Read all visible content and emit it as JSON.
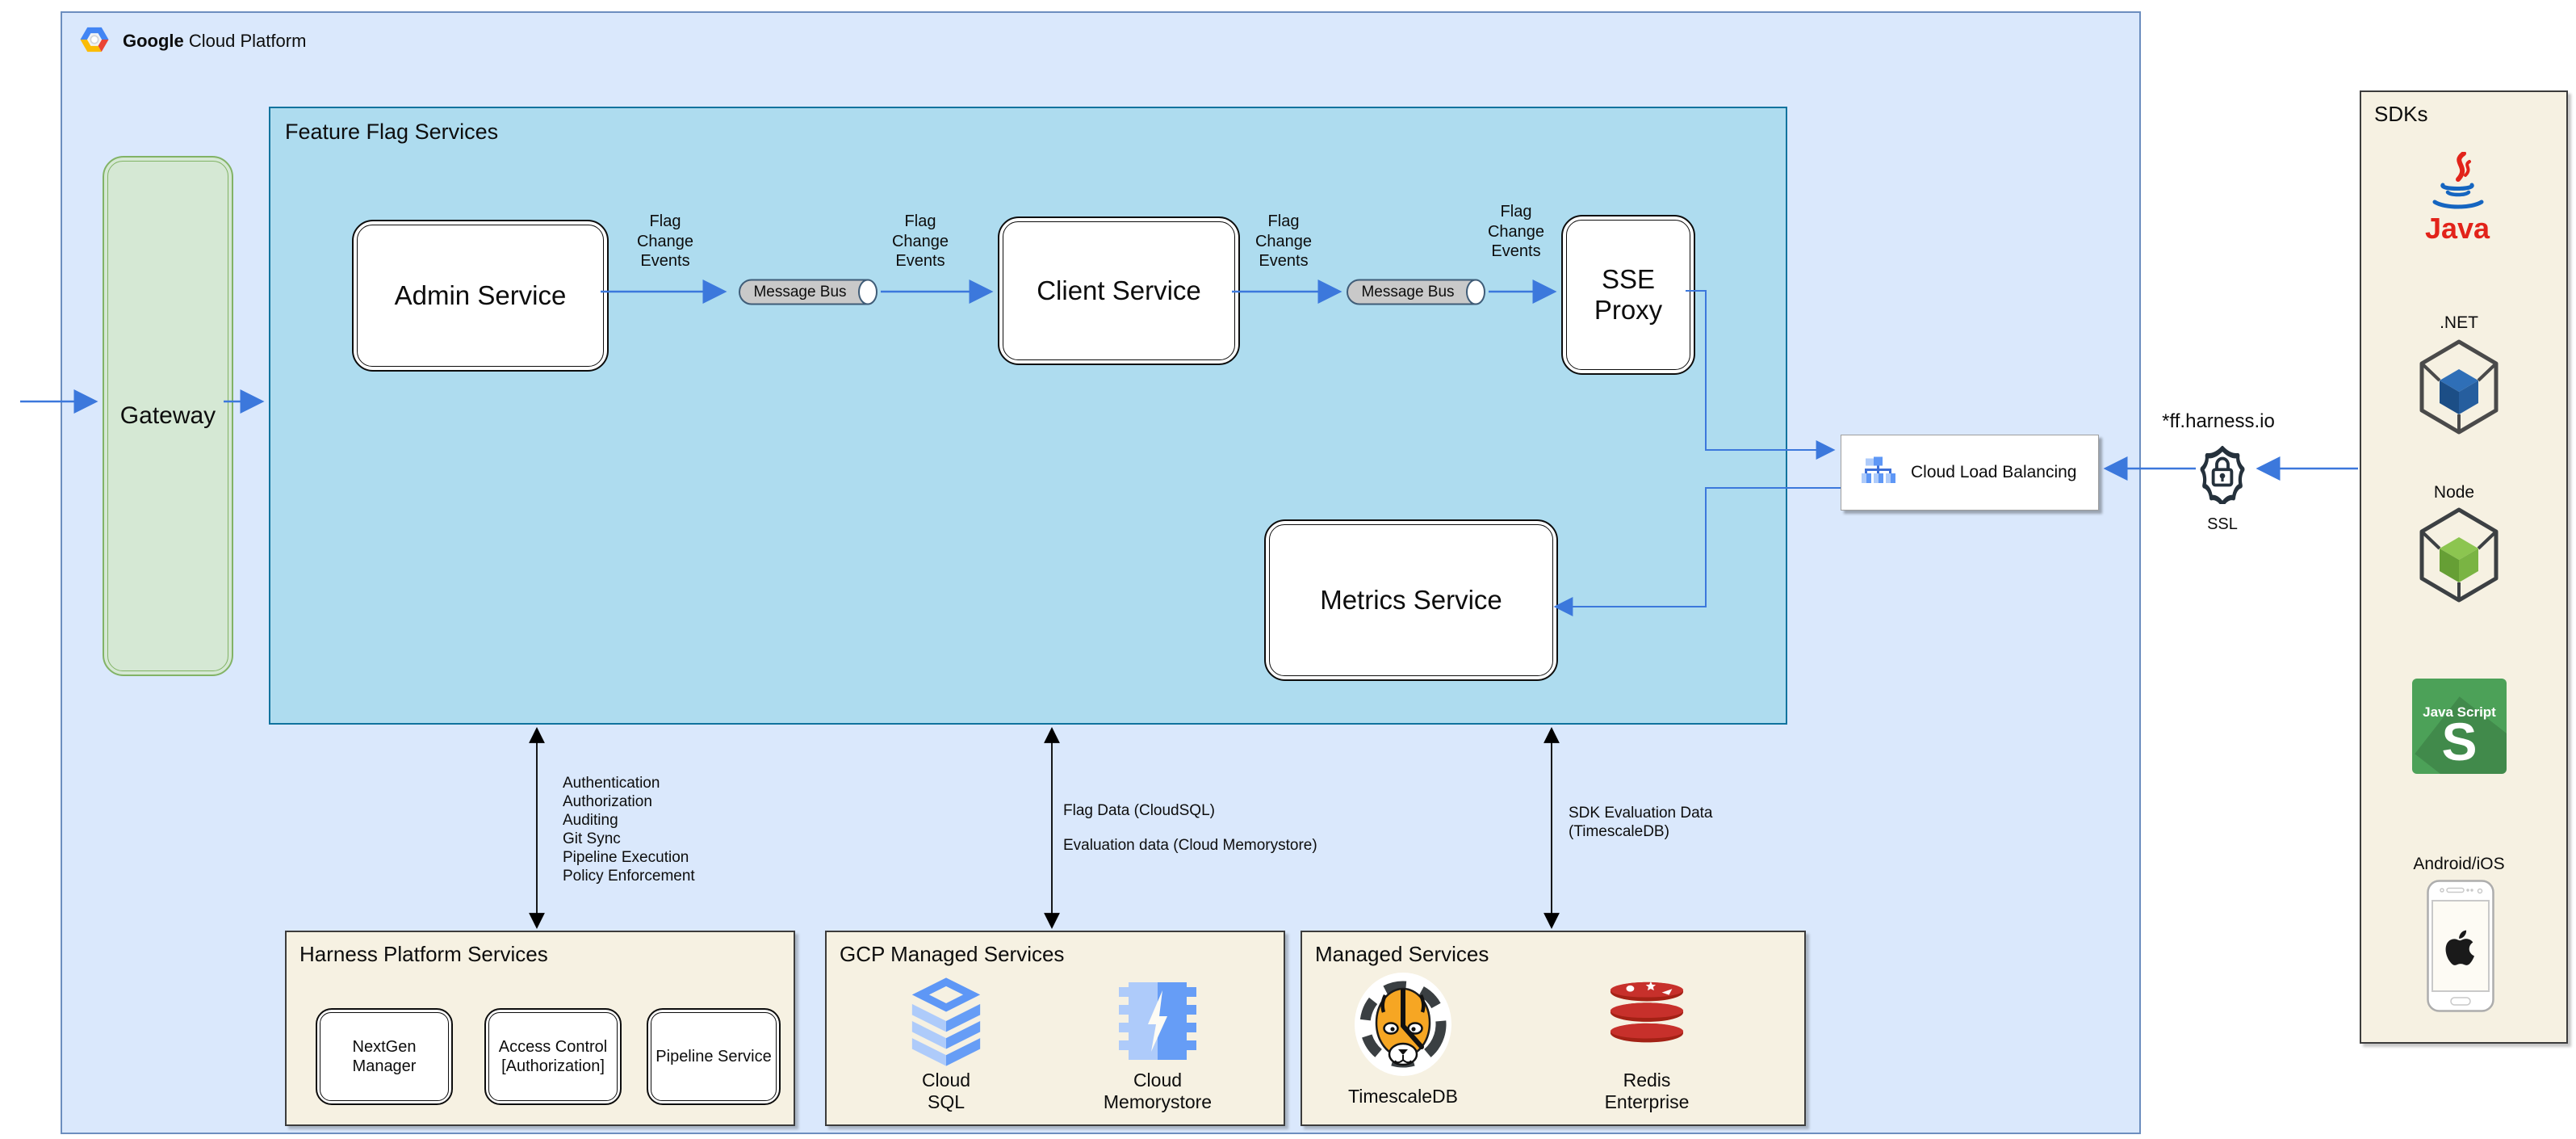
{
  "brand": {
    "bold": "Google",
    "rest": "Cloud Platform"
  },
  "ffs": {
    "title": "Feature Flag Services",
    "gateway": "Gateway",
    "admin": "Admin Service",
    "client": "Client Service",
    "sse": "SSE\nProxy",
    "metrics": "Metrics Service",
    "bus1": "Message Bus",
    "bus2": "Message Bus",
    "flag_events_1": "Flag\nChange\nEvents",
    "flag_events_2": "Flag\nChange\nEvents",
    "flag_events_3": "Flag\nChange\nEvents",
    "flag_events_4": "Flag\nChange\nEvents"
  },
  "clb": {
    "label": "Cloud Load Balancing"
  },
  "edge": {
    "domain": "*ff.harness.io",
    "ssl": "SSL"
  },
  "sdks": {
    "title": "SDKs",
    "java_label": "Java",
    "dotnet_label": ".NET",
    "node_label": "Node",
    "js_line1": "Java Script",
    "js_letter": "S",
    "mobile_label": "Android/iOS"
  },
  "annotations": {
    "harness_lines": [
      "Authentication",
      "Authorization",
      "Auditing",
      "Git Sync",
      "Pipeline Execution",
      "Policy Enforcement"
    ],
    "flag_data": "Flag Data (CloudSQL)",
    "eval_data": "Evaluation data (Cloud Memorystore)",
    "sdk_eval": "SDK Evaluation Data\n(TimescaleDB)"
  },
  "panels": {
    "harness": {
      "title": "Harness Platform Services",
      "item1": "NextGen Manager",
      "item2": "Access Control\n[Authorization]",
      "item3": "Pipeline Service"
    },
    "gcp_managed": {
      "title": "GCP Managed Services",
      "sql": "Cloud\nSQL",
      "memstore": "Cloud\nMemorystore"
    },
    "managed": {
      "title": "Managed Services",
      "timescale": "TimescaleDB",
      "redis": "Redis\nEnterprise"
    }
  },
  "icons": {
    "gcp_logo": "google-cloud-hexagon",
    "load_balancer": "cloud-load-balancing-tree",
    "ssl_shield": "badge-shield-with-lock",
    "java": "java-steam-cup",
    "dotnet": "cube-in-hexagon-blue",
    "node": "cube-in-hexagon-green",
    "javascript": "green-tile-letter-s",
    "mobile": "smartphone-with-apple-logo",
    "cloud_sql": "isometric-stacked-database",
    "cloud_memorystore": "memory-chip-lightning",
    "timescaledb": "tiger-clock-face",
    "redis": "stacked-red-discs",
    "message_bus": "horizontal-cylinder"
  },
  "colors": {
    "gcp_fill": "#DAE8FC",
    "gcp_stroke": "#6C8EBF",
    "ffs_fill": "#AEDCEF",
    "ffs_stroke": "#10739E",
    "gateway_fill": "#D5E8D4",
    "gateway_stroke": "#82B366",
    "panel_beige": "#F6F1E2",
    "arrow_blue": "#3C78DC",
    "arrow_black": "#000000",
    "js_green": "#4CA158",
    "redis_red": "#A32115",
    "java_red": "#E2231A",
    "gcp_icon_blue": "#5E97F6",
    "gcp_icon_light": "#AECBFA"
  }
}
